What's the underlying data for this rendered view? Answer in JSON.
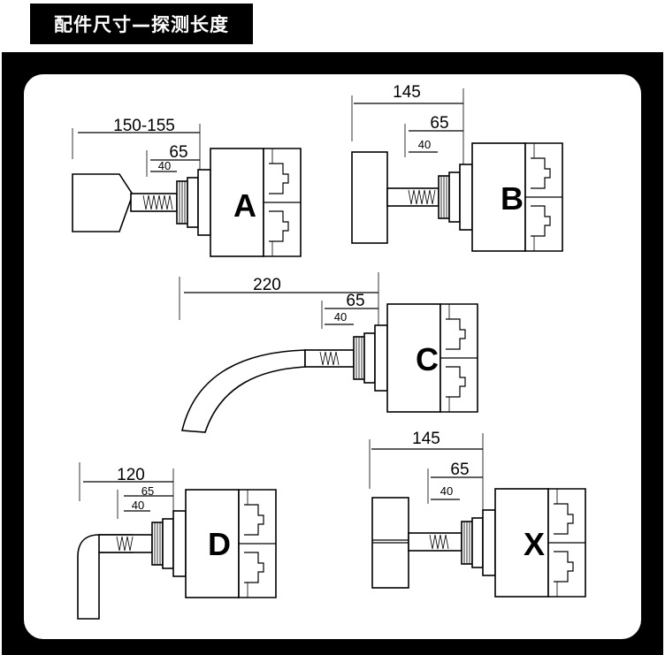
{
  "title": "配件尺寸—探测长度",
  "parts": {
    "a": {
      "letter": "A",
      "total": "150-155",
      "mid": "65",
      "short": "40"
    },
    "b": {
      "letter": "B",
      "total": "145",
      "mid": "65",
      "short": "40"
    },
    "c": {
      "letter": "C",
      "total": "220",
      "mid": "65",
      "short": "40"
    },
    "d": {
      "letter": "D",
      "total": "120",
      "mid": "65",
      "short": "40"
    },
    "x": {
      "letter": "X",
      "total": "145",
      "mid": "65",
      "short": "40"
    }
  }
}
